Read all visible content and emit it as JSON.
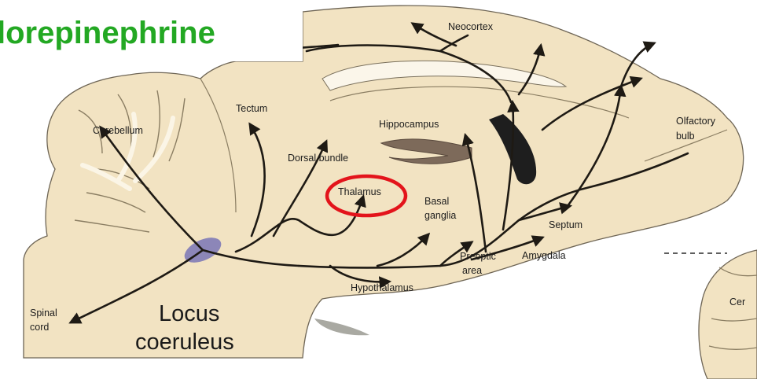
{
  "title": "lorepinephrine",
  "labels": {
    "cerebellum": "Cerebellum",
    "tectum": "Tectum",
    "neocortex": "Neocortex",
    "hippocampus": "Hippocampus",
    "olfactory_bulb_1": "Olfactory",
    "olfactory_bulb_2": "bulb",
    "dorsal_bundle": "Dorsal bundle",
    "thalamus": "Thalamus",
    "basal_ganglia_1": "Basal",
    "basal_ganglia_2": "ganglia",
    "septum": "Septum",
    "preoptic_area_1": "Preoptic",
    "preoptic_area_2": "area",
    "amygdala": "Amygdala",
    "hypothalamus": "Hypothalamus",
    "spinal_cord_1": "Spinal",
    "spinal_cord_2": "cord",
    "locus_coeruleus_1": "Locus",
    "locus_coeruleus_2": "coeruleus",
    "partial_label": "Cer"
  },
  "colors": {
    "title": "#23a823",
    "tissue": "#f2e3c2",
    "highlight_ring": "#e3141b",
    "locus_coeruleus": "#8c86b8"
  }
}
